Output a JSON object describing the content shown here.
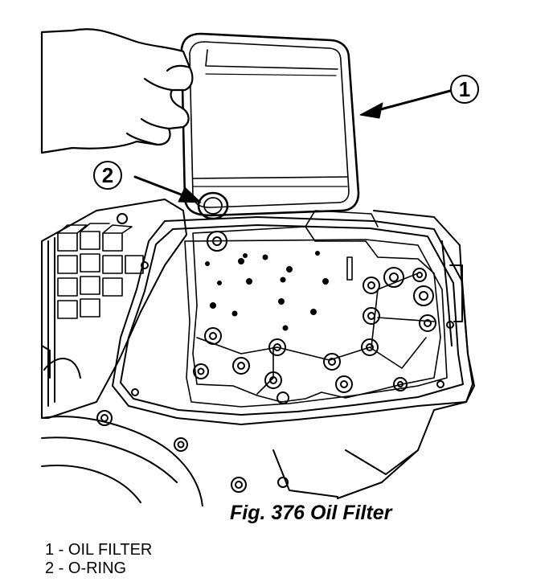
{
  "figure": {
    "caption": "Fig. 376 Oil Filter"
  },
  "callouts": [
    {
      "number": "1"
    },
    {
      "number": "2"
    }
  ],
  "legend": [
    {
      "text": "1 - OIL FILTER"
    },
    {
      "text": "2 - O-RING"
    }
  ]
}
